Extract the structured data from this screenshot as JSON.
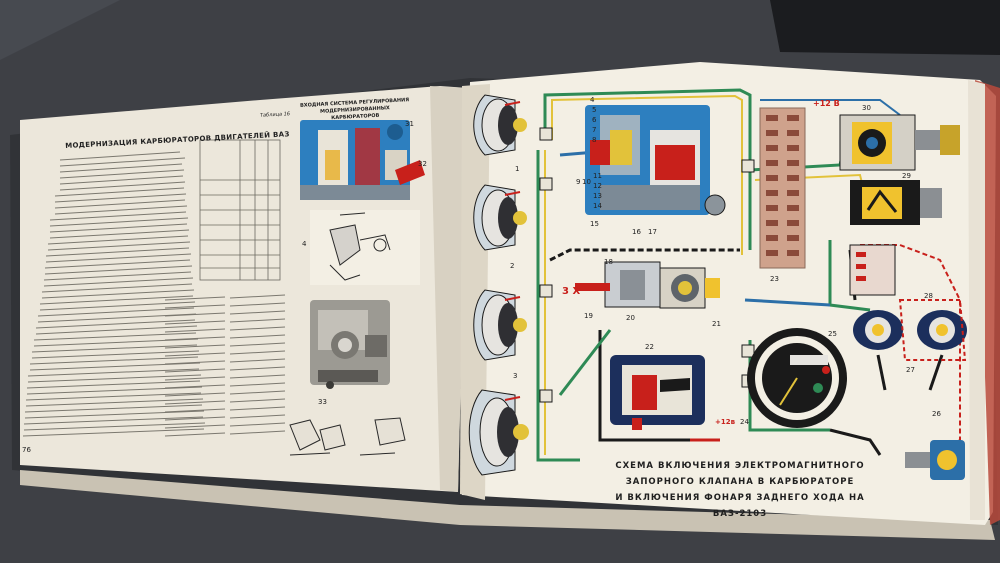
{
  "book": {
    "left_page": {
      "title": "МОДЕРНИЗАЦИЯ КАРБЮРАТОРОВ ДВИГАТЕЛЕЙ ВАЗ",
      "table_label": "Таблица 16",
      "table_title": "ВХОДНАЯ СИСТЕМА РЕГУЛИРОВАНИЯ МОДЕРНИЗИРОВАННЫХ КАРБЮРАТОРОВ",
      "page_number": "76",
      "figure_labels": [
        "31",
        "32",
        "33",
        "4"
      ]
    },
    "right_page": {
      "caption_line1": "СХЕМА ВКЛЮЧЕНИЯ ЭЛЕКТРОМАГНИТНОГО ЗАПОРНОГО КЛАПАНА В КАРБЮРАТОРЕ",
      "caption_line2": "И ВКЛЮЧЕНИЯ  ФОНАРЯ ЗАДНЕГО ХОДА НА ВАЗ-2103",
      "label_3x": "3 Х",
      "label_12v_top": "+12 В",
      "label_12v_bottom": "+12в",
      "part_numbers": [
        "1",
        "2",
        "3",
        "4",
        "5",
        "6",
        "7",
        "8",
        "9",
        "10",
        "11",
        "12",
        "13",
        "14",
        "15",
        "16",
        "17",
        "18",
        "19",
        "20",
        "21",
        "22",
        "23",
        "24",
        "25",
        "26",
        "27",
        "28",
        "29",
        "30"
      ]
    }
  },
  "colors": {
    "table": "#3f4146",
    "page": "#f1ede2",
    "wire_green": "#2e8a55",
    "wire_yellow": "#e2c23a",
    "wire_red": "#c8201b",
    "wire_blue": "#2c6fa8",
    "wire_black": "#1a1a1a",
    "carb_blue": "#2d7fbf"
  }
}
